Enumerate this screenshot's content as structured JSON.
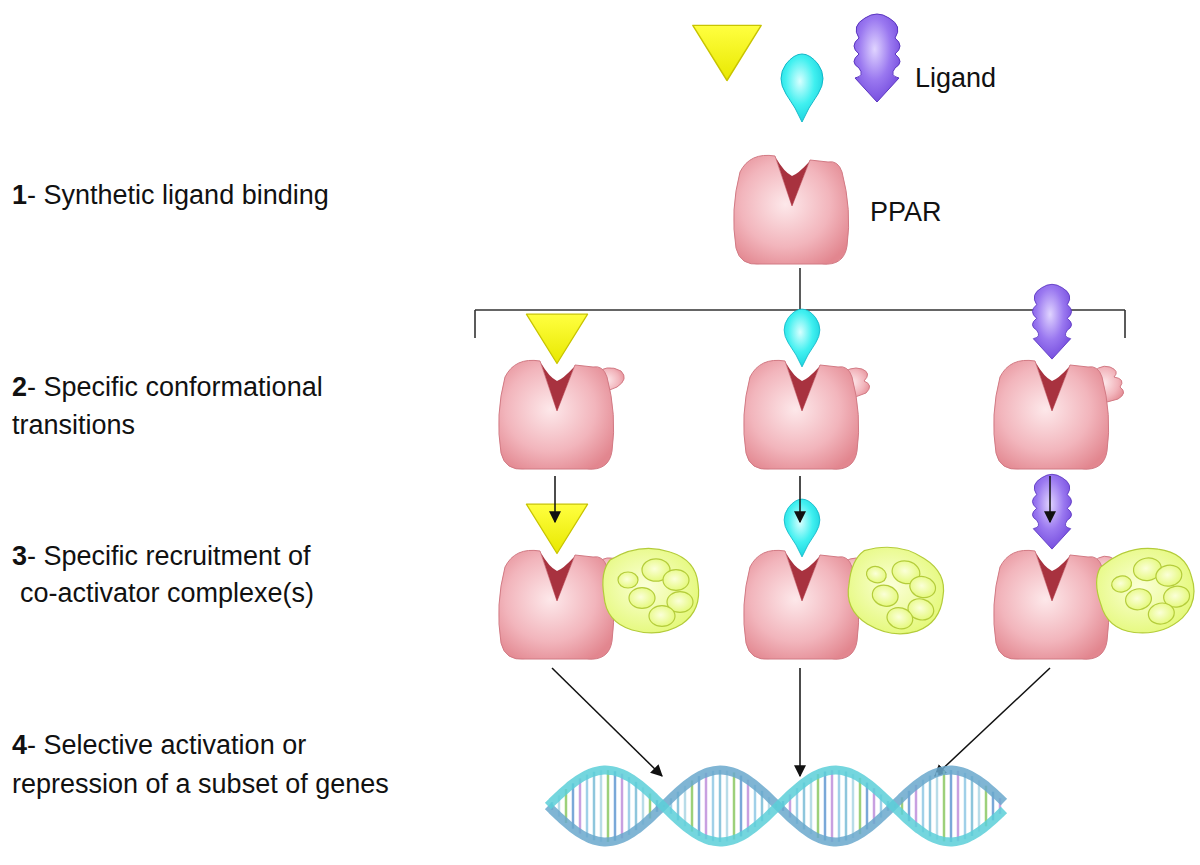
{
  "diagram": {
    "labels": [
      "Ligand",
      "PPAR",
      "1",
      "- Synthetic ligand binding",
      "2",
      "- Specific conformational",
      "transitions",
      "3",
      "- Specific recruitment of",
      "co-activator complexe(s)",
      "4",
      "- Selective activation or",
      "repression of a subset of genes"
    ]
  }
}
